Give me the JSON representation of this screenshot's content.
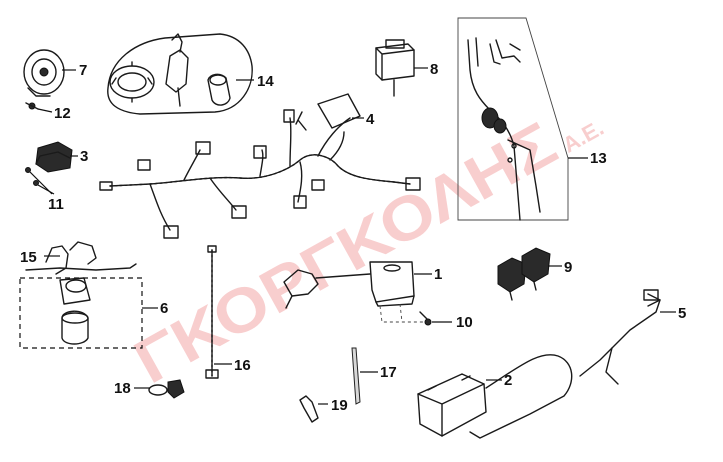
{
  "watermark": {
    "main": "ΓΚΟΡΓΚΟΛΗΣ",
    "suffix": "Α.Ε.",
    "color": "#f3a7a7"
  },
  "callouts": [
    {
      "id": "c1",
      "label": "1"
    },
    {
      "id": "c2",
      "label": "2"
    },
    {
      "id": "c3",
      "label": "3"
    },
    {
      "id": "c4",
      "label": "4"
    },
    {
      "id": "c5",
      "label": "5"
    },
    {
      "id": "c6",
      "label": "6"
    },
    {
      "id": "c7",
      "label": "7"
    },
    {
      "id": "c8",
      "label": "8"
    },
    {
      "id": "c9",
      "label": "9"
    },
    {
      "id": "c10",
      "label": "10"
    },
    {
      "id": "c11",
      "label": "11"
    },
    {
      "id": "c12",
      "label": "12"
    },
    {
      "id": "c13",
      "label": "13"
    },
    {
      "id": "c14",
      "label": "14"
    },
    {
      "id": "c15",
      "label": "15"
    },
    {
      "id": "c16",
      "label": "16"
    },
    {
      "id": "c17",
      "label": "17"
    },
    {
      "id": "c18",
      "label": "18"
    },
    {
      "id": "c19",
      "label": "19"
    }
  ]
}
